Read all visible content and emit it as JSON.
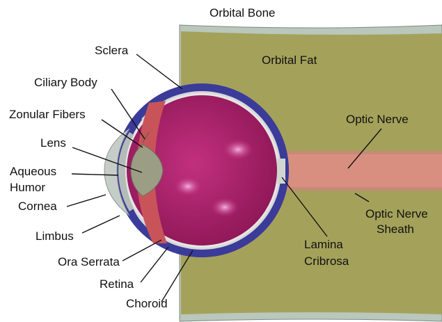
{
  "labels": {
    "orbital_bone": "Orbital Bone",
    "orbital_fat": "Orbital Fat",
    "sclera": "Sclera",
    "ciliary_body": "Ciliary Body",
    "zonular_fibers": "Zonular Fibers",
    "lens": "Lens",
    "aqueous_humor_line1": "Aqueous",
    "aqueous_humor_line2": "Humor",
    "cornea": "Cornea",
    "limbus": "Limbus",
    "ora_serrata": "Ora Serrata",
    "retina": "Retina",
    "choroid": "Choroid",
    "optic_nerve": "Optic Nerve",
    "optic_nerve_sheath_line1": "Optic Nerve",
    "optic_nerve_sheath_line2": "Sheath",
    "lamina_cribrosa_line1": "Lamina",
    "lamina_cribrosa_line2": "Cribrosa"
  },
  "colors": {
    "orbital_fat": "#a4a25a",
    "orbital_bone": "#b9c7bd",
    "sclera": "#3b3b9a",
    "choroid": "#d8d8d8",
    "vitreous": "#b01f6c",
    "ciliary": "#c8545a",
    "lens": "#9b9e84",
    "cornea": "#c6cdc9",
    "optic_nerve": "#d98f7f"
  }
}
